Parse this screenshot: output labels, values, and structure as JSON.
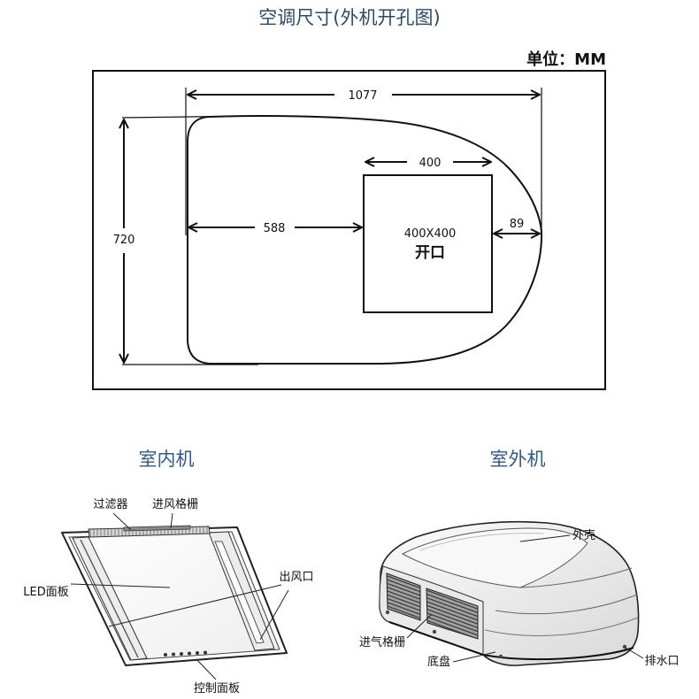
{
  "title": "空调尺寸(外机开孔图)",
  "unit_label": "单位：MM",
  "cutout_diagram": {
    "overall_length": "1077",
    "overall_width": "720",
    "opening_width": "400",
    "left_offset": "588",
    "right_offset": "89",
    "opening_size": "400X400",
    "opening_label": "开口"
  },
  "indoor_unit": {
    "heading": "室内机",
    "labels": {
      "filter": "过滤器",
      "intake_grille": "进风格栅",
      "led_panel": "LED面板",
      "air_outlet": "出风口",
      "control_panel": "控制面板"
    }
  },
  "outdoor_unit": {
    "heading": "室外机",
    "labels": {
      "shell": "外壳",
      "intake_grille": "进气格栅",
      "chassis": "底盘",
      "drain_outlet": "排水口"
    }
  },
  "colors": {
    "title": "#2b4a6e",
    "heading": "#2f5b88"
  }
}
